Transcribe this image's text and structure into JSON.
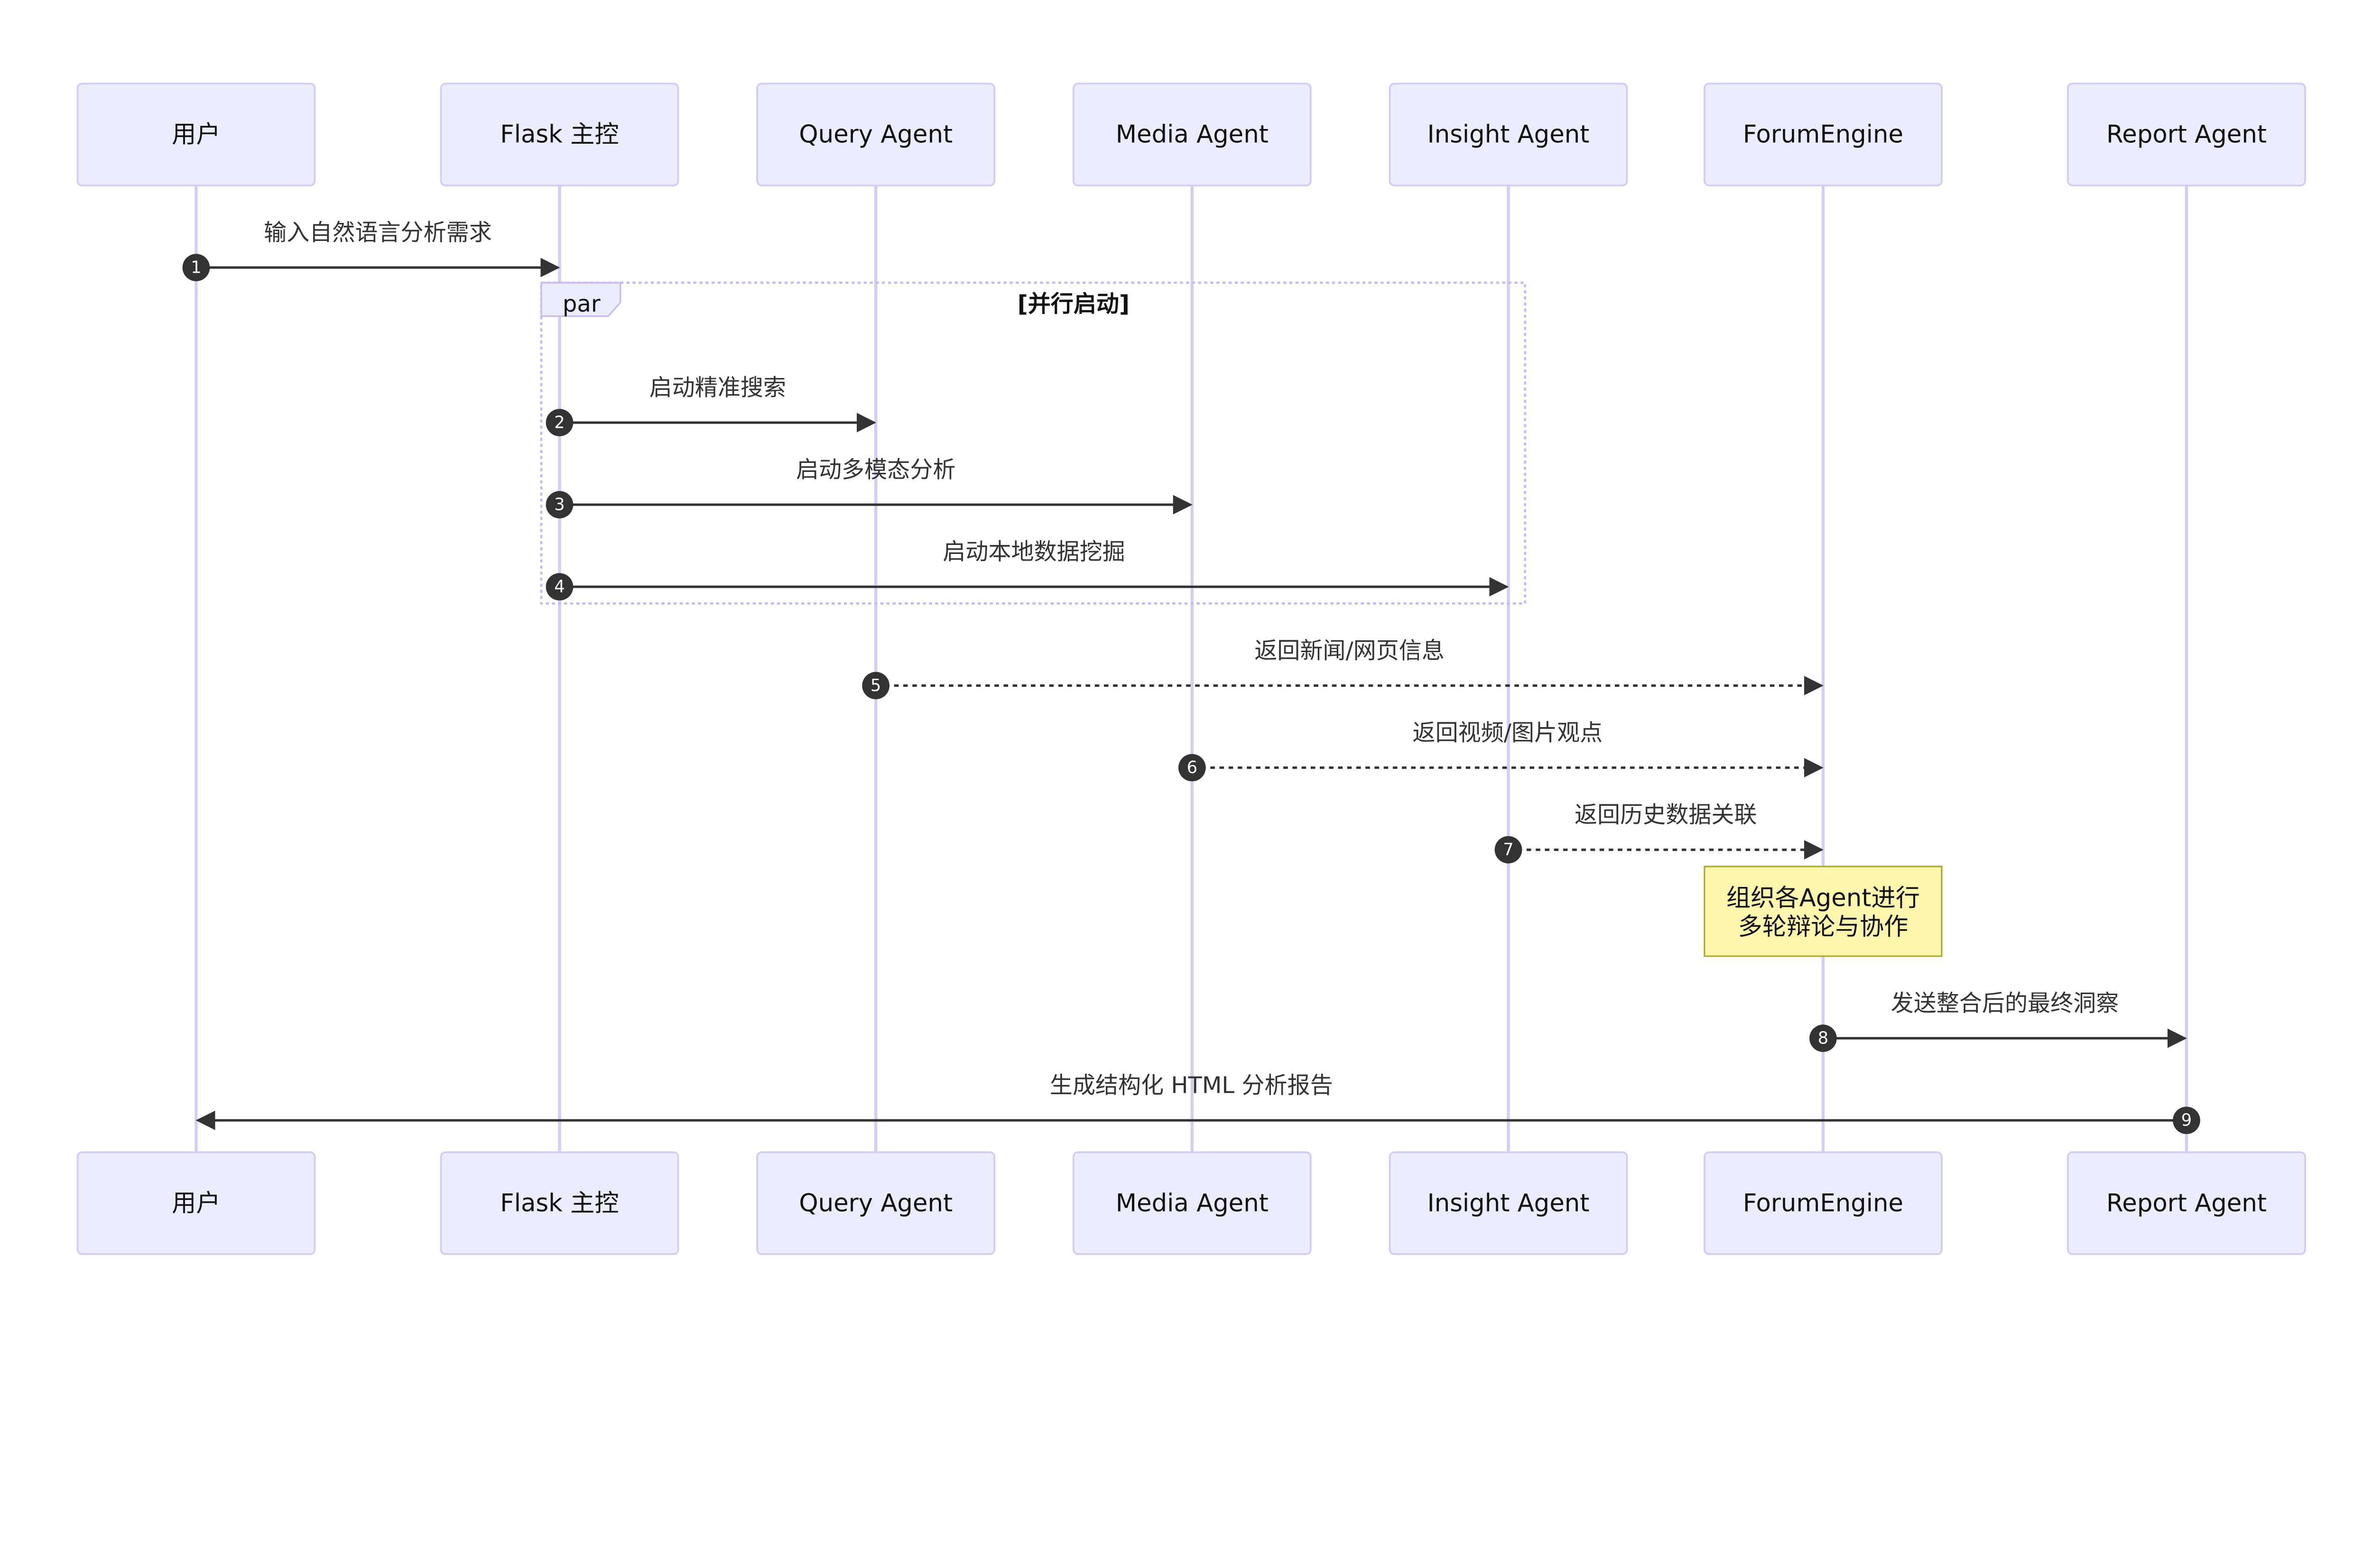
{
  "diagram": {
    "type": "sequence",
    "actors": [
      {
        "id": "user",
        "label": "用户"
      },
      {
        "id": "flask",
        "label": "Flask 主控"
      },
      {
        "id": "query",
        "label": "Query Agent"
      },
      {
        "id": "media",
        "label": "Media Agent"
      },
      {
        "id": "insight",
        "label": "Insight Agent"
      },
      {
        "id": "forum",
        "label": "ForumEngine"
      },
      {
        "id": "report",
        "label": "Report Agent"
      }
    ],
    "messages": [
      {
        "number": "1",
        "from": 0,
        "to": 1,
        "label": "输入自然语言分析需求",
        "dashed": false
      },
      {
        "number": "2",
        "from": 1,
        "to": 2,
        "label": "启动精准搜索",
        "dashed": false
      },
      {
        "number": "3",
        "from": 1,
        "to": 3,
        "label": "启动多模态分析",
        "dashed": false
      },
      {
        "number": "4",
        "from": 1,
        "to": 4,
        "label": "启动本地数据挖掘",
        "dashed": false
      },
      {
        "number": "5",
        "from": 2,
        "to": 5,
        "label": "返回新闻/网页信息",
        "dashed": true
      },
      {
        "number": "6",
        "from": 3,
        "to": 5,
        "label": "返回视频/图片观点",
        "dashed": true
      },
      {
        "number": "7",
        "from": 4,
        "to": 5,
        "label": "返回历史数据关联",
        "dashed": true
      },
      {
        "number": "8",
        "from": 5,
        "to": 6,
        "label": "发送整合后的最终洞察",
        "dashed": false
      },
      {
        "number": "9",
        "from": 6,
        "to": 0,
        "label": "生成结构化 HTML 分析报告",
        "dashed": false
      }
    ],
    "par_block": {
      "tag": "par",
      "label": "[并行启动]"
    },
    "note": {
      "over": 5,
      "lines": [
        "组织各Agent进行",
        "多轮辩论与协作"
      ]
    },
    "colors": {
      "actor_fill": "#ECECFF",
      "actor_border": "#D5CCF5",
      "line": "#333333",
      "note_fill": "#FFF5AD",
      "note_border": "#AAAA33"
    }
  }
}
